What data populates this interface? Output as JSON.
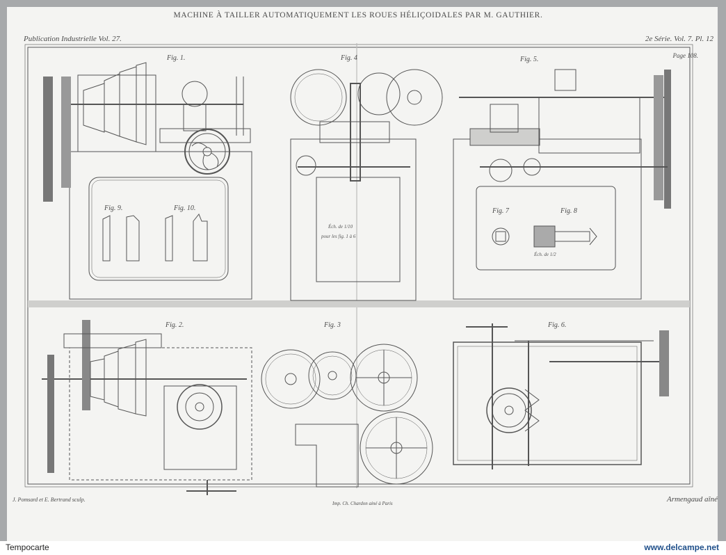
{
  "plate": {
    "title": "MACHINE À TAILLER AUTOMATIQUEMENT LES ROUES HÉLIÇOIDALES PAR M. GAUTHIER.",
    "publication": "Publication Industrielle Vol. 27.",
    "series": "2e Série. Vol. 7. Pl. 12",
    "page": "Page 108.",
    "engravers": "J. Pomsard et E. Bertrand sculp.",
    "printer": "Imp. Ch. Chardon ainé à Paris",
    "artist": "Armengaud aîné"
  },
  "figures": {
    "fig1": "Fig. 1.",
    "fig2": "Fig. 2.",
    "fig3": "Fig. 3",
    "fig4": "Fig. 4",
    "fig5": "Fig. 5.",
    "fig6": "Fig. 6.",
    "fig7": "Fig. 7",
    "fig8": "Fig. 8",
    "fig9": "Fig. 9.",
    "fig10": "Fig. 10."
  },
  "annotations": {
    "scale_left": "Éch. de 1/10",
    "scale_left_2": "pour les fig. 1 à 6",
    "scale_right": "Éch. de 1/2"
  },
  "footer": {
    "left": "Tempocarte",
    "right": "www.delcampe.net"
  },
  "colors": {
    "background": "#a7a9ab",
    "paper": "#f4f4f2",
    "ink": "#4a4a4a",
    "brand": "#1f4f8a"
  }
}
